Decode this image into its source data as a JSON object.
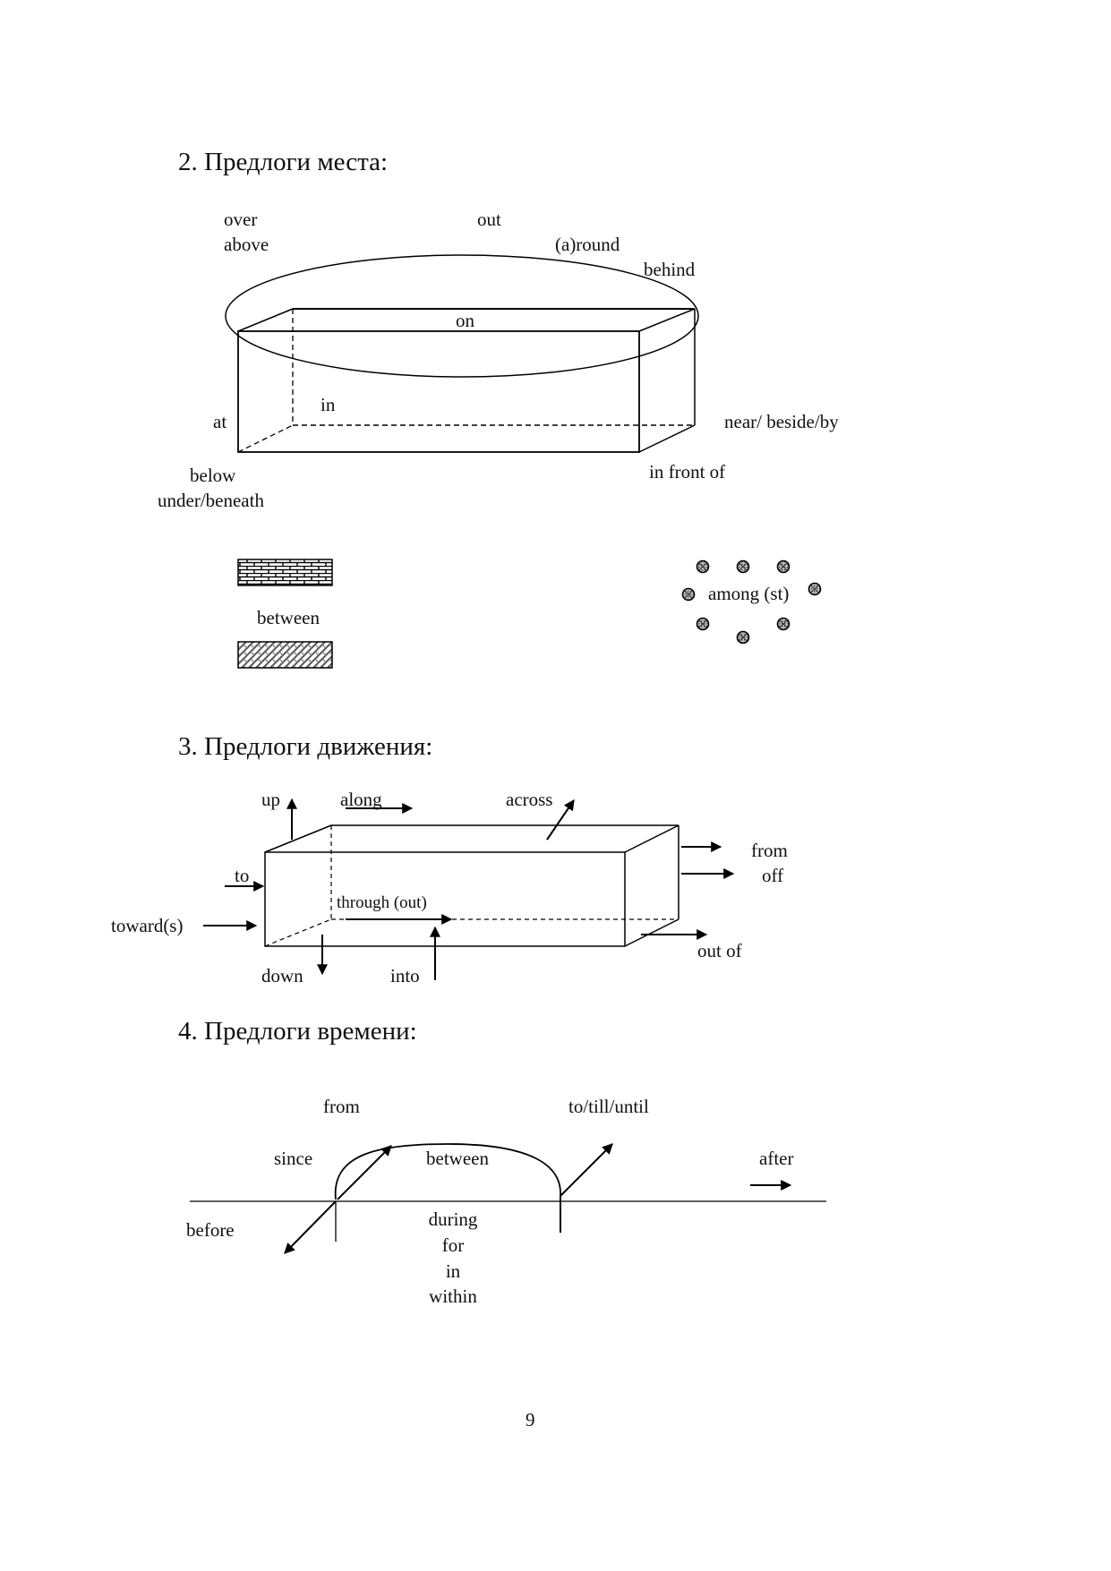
{
  "sections": {
    "place": {
      "heading": "2. Предлоги места:",
      "labels": {
        "over": "over",
        "above": "above",
        "out": "out",
        "around": "(a)round",
        "behind": "behind",
        "on": "on",
        "in": "in",
        "at": "at",
        "near": "near/ beside/by",
        "below": "below",
        "under": "under/beneath",
        "in_front_of": "in front of",
        "between": "between",
        "among": "among (st)"
      }
    },
    "motion": {
      "heading": "3. Предлоги движения:",
      "labels": {
        "up": "up",
        "along": "along",
        "across": "across",
        "to": "to",
        "towards": "toward(s)",
        "through": "through (out)",
        "from": "from",
        "off": "off",
        "out_of": "out of",
        "down": "down",
        "into": "into"
      }
    },
    "time": {
      "heading": "4. Предлоги времени:",
      "labels": {
        "from": "from",
        "to_till_until": "to/till/until",
        "since": "since",
        "between": "between",
        "after": "after",
        "before": "before",
        "during": "during",
        "for": "for",
        "in": "in",
        "within": "within"
      }
    }
  },
  "page_number": "9"
}
